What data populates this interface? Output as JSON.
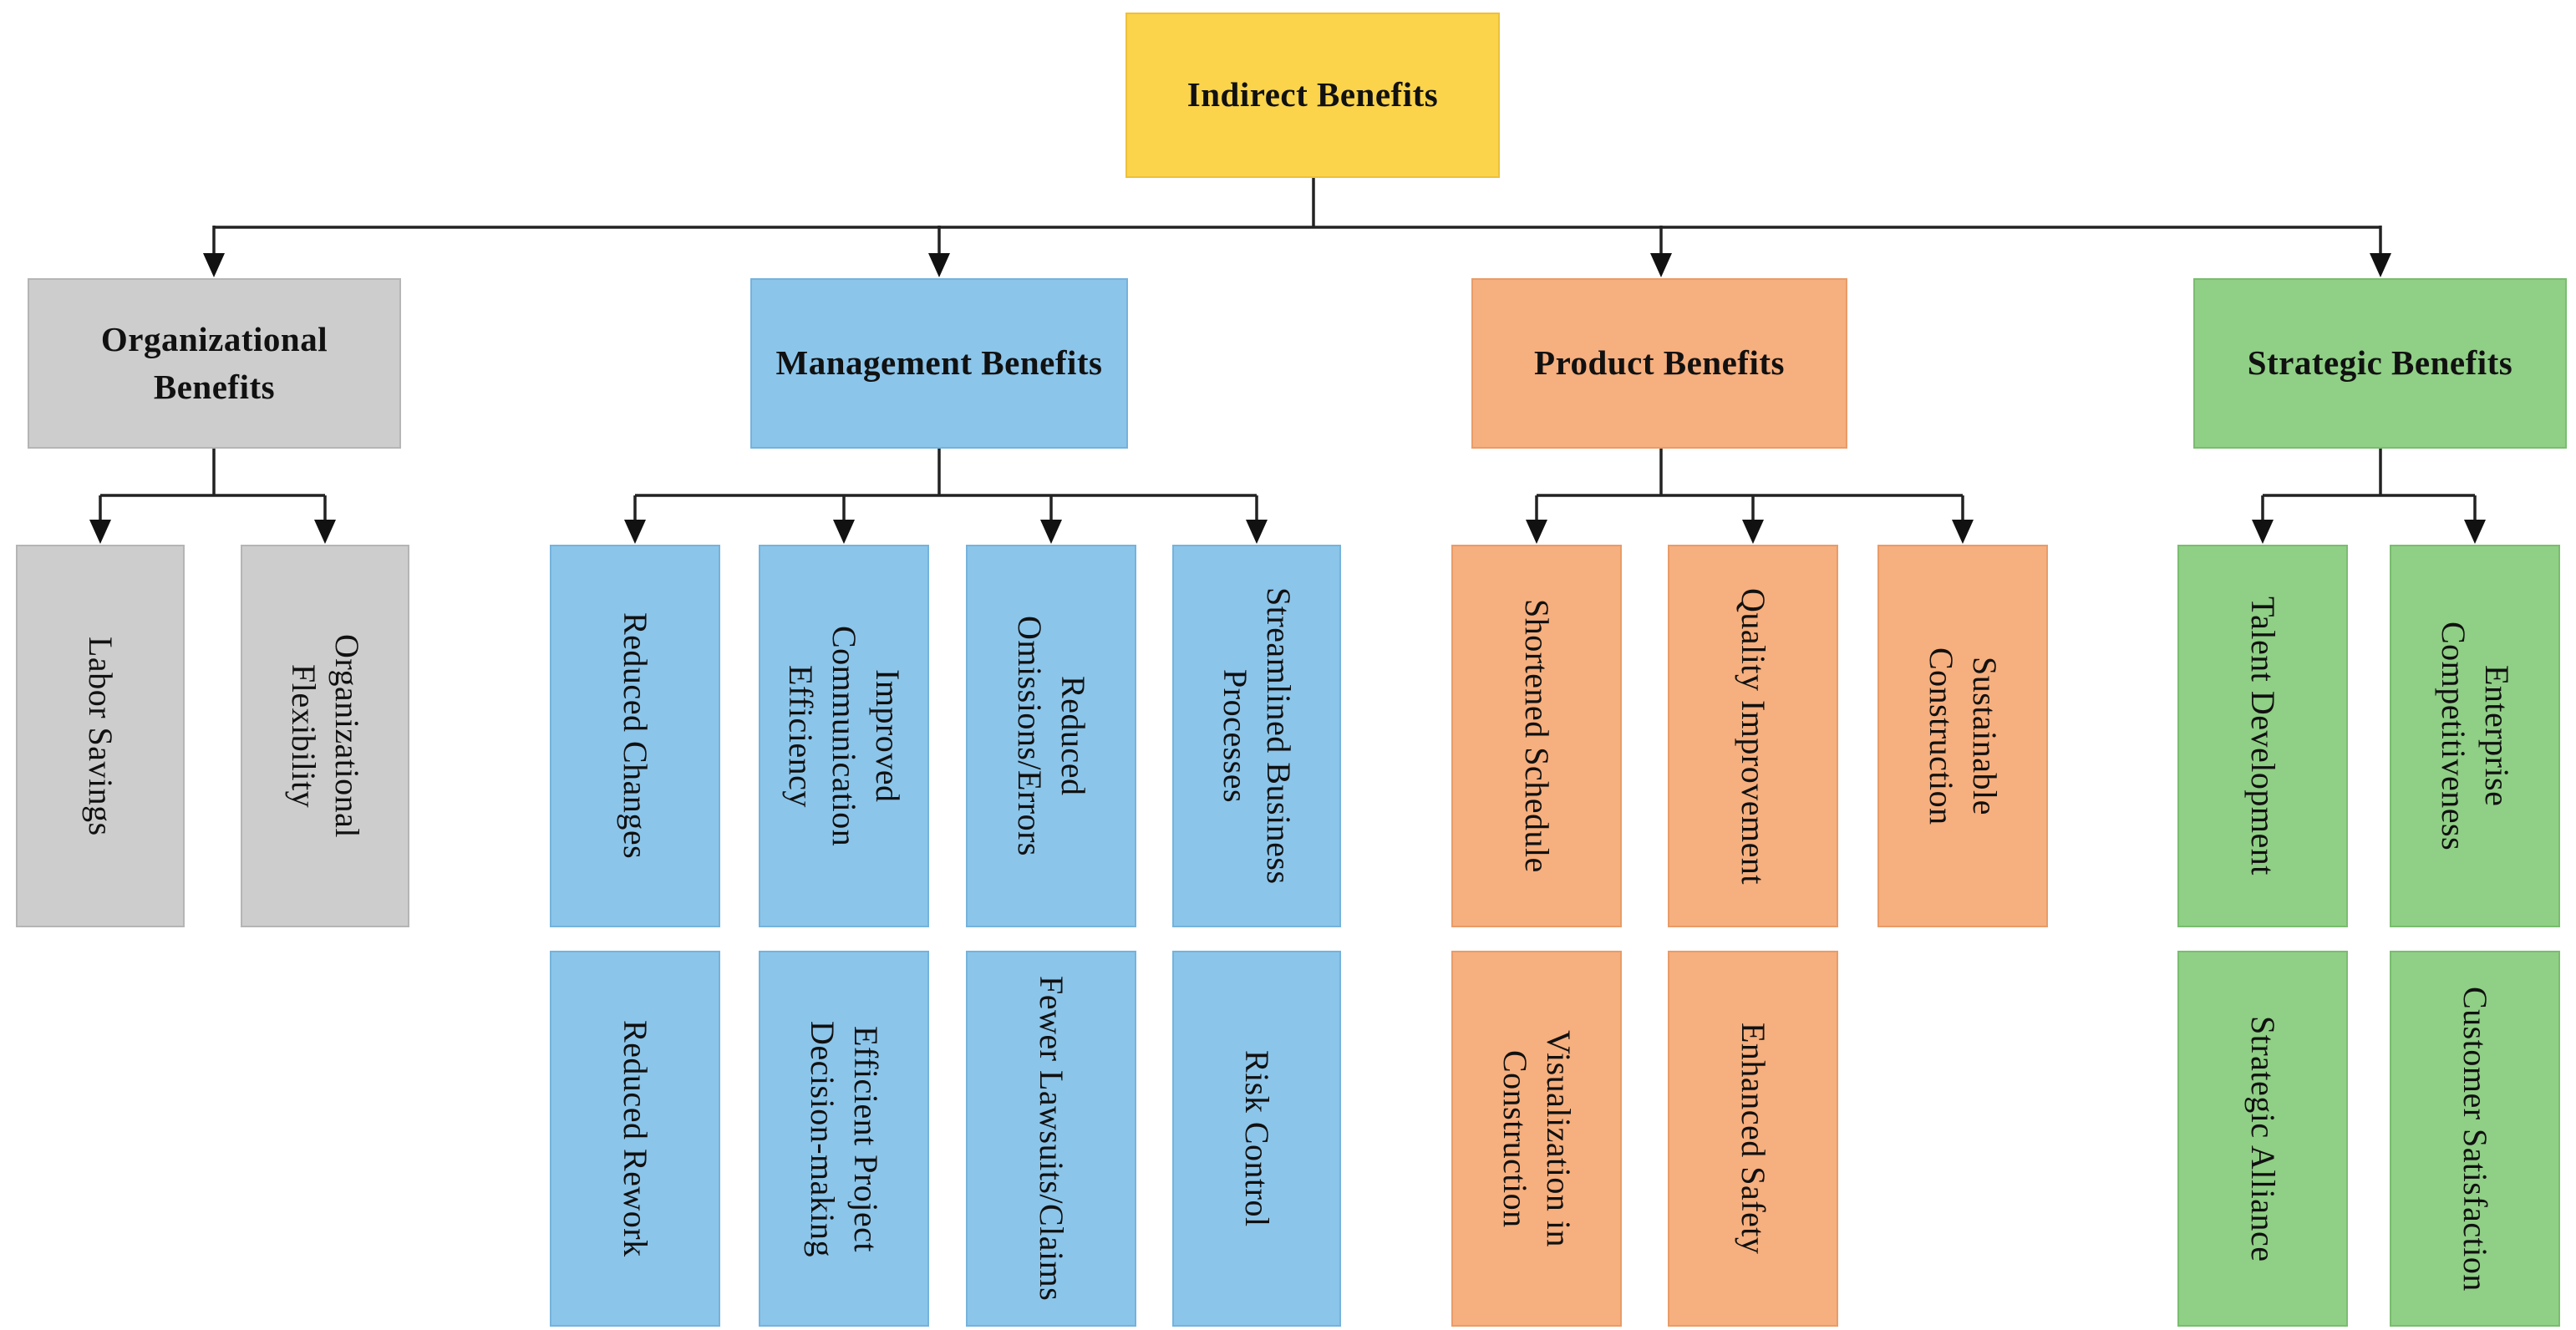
{
  "title": "Indirect Benefits hierarchy diagram",
  "root": {
    "label": "Indirect Benefits"
  },
  "palette": {
    "root_fill": "#FBD44C",
    "organizational_fill": "#CDCDCD",
    "management_fill": "#8CC5EA",
    "product_fill": "#F6AF7E",
    "strategic_fill": "#90CF86",
    "connector_stroke": "#222222",
    "text_color": "#111111"
  },
  "groups": [
    {
      "id": "organizational",
      "label": "Organizational\nBenefits",
      "children": [
        {
          "label": "Labor Savings"
        },
        {
          "label": "Organizational\nFlexibility"
        }
      ]
    },
    {
      "id": "management",
      "label": "Management Benefits",
      "children": [
        {
          "label": "Reduced Changes"
        },
        {
          "label": "Improved\nCommunication\nEfficiency"
        },
        {
          "label": "Reduced\nOmissions/Errors"
        },
        {
          "label": "Streamlined Business\nProcesses"
        },
        {
          "label": "Reduced Rework"
        },
        {
          "label": "Efficient Project\nDecision-making"
        },
        {
          "label": "Fewer Lawsuits/Claims"
        },
        {
          "label": "Risk Control"
        }
      ]
    },
    {
      "id": "product",
      "label": "Product Benefits",
      "children": [
        {
          "label": "Shortened Schedule"
        },
        {
          "label": "Quality Improvement"
        },
        {
          "label": "Sustainable\nConstruction"
        },
        {
          "label": "Visualization in\nConstruction"
        },
        {
          "label": "Enhanced Safety"
        }
      ]
    },
    {
      "id": "strategic",
      "label": "Strategic Benefits",
      "children": [
        {
          "label": "Talent Development"
        },
        {
          "label": "Enterprise\nCompetitiveness"
        },
        {
          "label": "Strategic Alliance"
        },
        {
          "label": "Customer Satisfaction"
        }
      ]
    }
  ]
}
